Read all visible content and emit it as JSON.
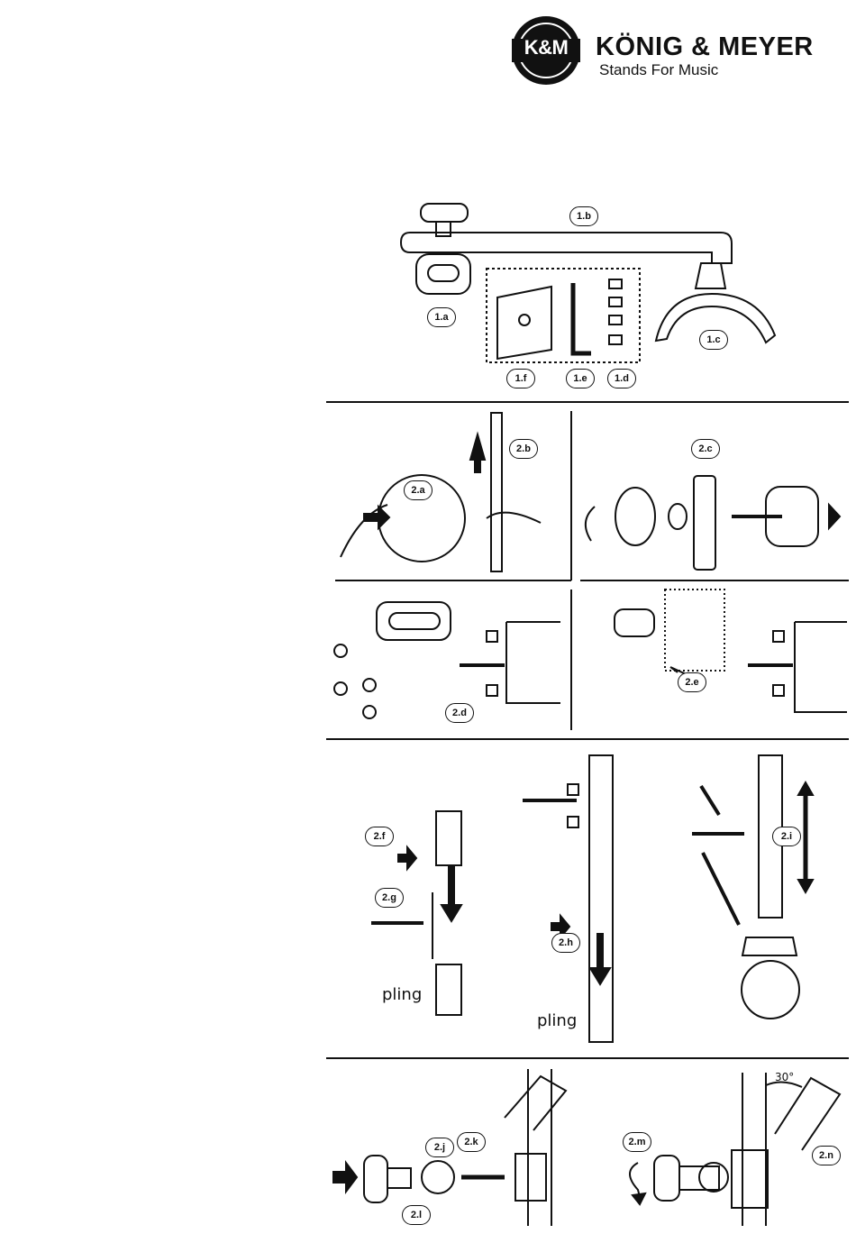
{
  "brand": {
    "mark": "K&M",
    "name": "KÖNIG & MEYER",
    "tagline": "Stands For Music"
  },
  "labels": {
    "l1a": "1.a",
    "l1b": "1.b",
    "l1c": "1.c",
    "l1d": "1.d",
    "l1e": "1.e",
    "l1f": "1.f",
    "l2a": "2.a",
    "l2b": "2.b",
    "l2c": "2.c",
    "l2d": "2.d",
    "l2e": "2.e",
    "l2f": "2.f",
    "l2g": "2.g",
    "l2h": "2.h",
    "l2i": "2.i",
    "l2j": "2.j",
    "l2k": "2.k",
    "l2l": "2.l",
    "l2m": "2.m",
    "l2n": "2.n"
  },
  "sounds": {
    "pling1": "pling",
    "pling2": "pling"
  },
  "angle": "30°"
}
